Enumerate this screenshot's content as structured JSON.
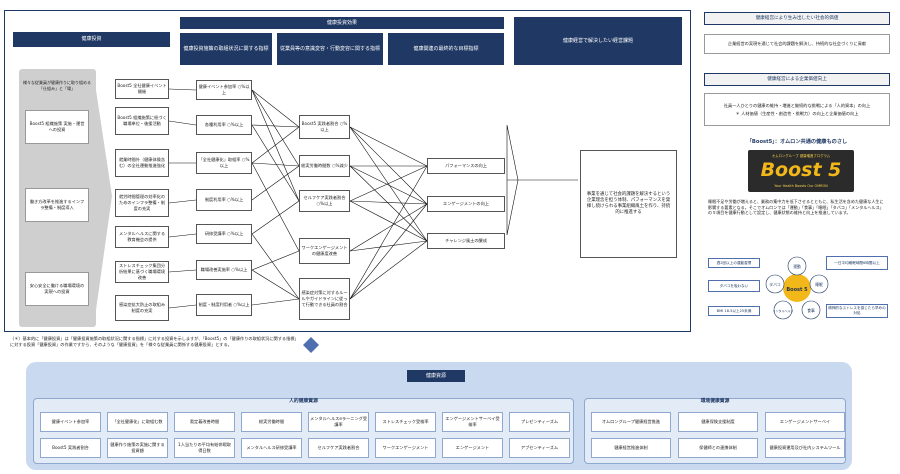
{
  "header": {
    "investment": "健康投資",
    "effects": "健康投資効果",
    "effect_sub1": "健康投資施策の取組状況に関する指標",
    "effect_sub2": "従業員等の意識変容・行動変容に関する指標",
    "effect_sub3": "健康関連の最終的な目標指標",
    "goal": "健康経営で解決したい経営課題"
  },
  "investment_note": "様々な従業員が健康作りに取り組める「仕組み」と「場」",
  "investments": [
    "Boost5 組織施策 実施・運営への投資",
    "働き方改革を推進するインフラ整備・制度導入",
    "安心安全に働ける職場環境の実現への投資"
  ],
  "measures": [
    "Boost5 全社健康イベント開催",
    "Boost5 組織施策に紐づく職場単位・後援活動",
    "就業時間外（健康体操含む）の全社運動推進強化",
    "就労時間管理の効率化のためのインフラ整備・制度の充実",
    "メンタルヘルスに関する教育機会の提供",
    "ストレスチェック集団分析結果に基づく職場環境改善",
    "感染症拡大防止の取組み制度の充実"
  ],
  "indicators": [
    "健康イベント参加率 ○%以上",
    "各種利用率 ○%以上",
    "「全社健康化」取組率 ○%以上",
    "制度利用率 ○%以上",
    "研修受講率 ○%以上",
    "職場改善実施率 ○%以上",
    "制度・制度利用者 ○%以上"
  ],
  "behaviors": [
    "Boost5 実践者割合 ○%以上",
    "総実労働時間数 ○%減少",
    "セルフケア実践者割合 ○%以上",
    "ワークエンゲージメントの健康度改善",
    "感染症対策に対するルールやガイドラインに従って行動できる社員の割合"
  ],
  "finals": [
    "パフォーマンスの向上",
    "エンゲージメントの向上",
    "チャレンジ風土の醸成"
  ],
  "goal_text": "事業を通じて社会的課題を解決するという企業理念を担う体制、パフォーマンスを発揮し続けられる事業組織風土を作り、持続的に推進する",
  "footnote": "（＊）基本的に「健康投資」は「健康投資施策の取組状況に関する指標」に対する投資を示しますが、「Boost5」の「健康作りの取組状況に関する指標」に対する投資「健康投資」の作業ですから、そのような「健康投資」を「様々な従業員に関係する健康投資」とする。",
  "right": {
    "title1": "健康経営により生み出したい社会的価値",
    "text1": "企業経営の実現を通じて社会的課題を解決し、持続的な社会づくりに貢献",
    "title2": "健康経営による企業価値向上",
    "text2a": "社員一人ひとりの健康の維持・増進と継続的な挑戦による「人的資本」の向上",
    "text2b": "＊ 人材価値（生産性・創造性・挑戦力）の向上と企業価値の向上",
    "boost_caption": "「Boost5」：オムロン共通の健康ものさし",
    "logo_small": "オムロングループ 健康増進プログラム",
    "logo_big": "Boost 5",
    "logo_sub": "Your Health Boosts Our OMRON",
    "boost_desc": "睡眠不足や労働が増えると、業務の集中力を低下させるとともに、私生活を含めた健康な人生に影響する要素となる。そこでオムロンでは「運動」「食事」「睡眠」「タバコ」「メンタルヘルス」の５項目を健康行動として設定し、健康状態の維持と向上を推進しています。",
    "wheel_center": "Boost 5",
    "wheel_items": [
      "運動",
      "睡眠",
      "食事",
      "メンタルヘルス",
      "タバコ"
    ],
    "side_notes": [
      "週2回以上の運動習慣",
      "一日平均睡眠時間6時間以上",
      "タバコを吸わない",
      "BMI 18.5以上25未満",
      "精神的なストレスを感じたら早めの対処"
    ]
  },
  "resources": {
    "title": "健康資源",
    "human_title": "人的健康資源",
    "env_title": "環境健康資源",
    "human_row1": [
      "健康イベント参加率",
      "「全社健康化」に取組む数",
      "奥定着改善時間",
      "総実労働時間",
      "メンタルヘルスeラーニング受講率",
      "ストレスチェック受検率",
      "エンゲージメントサーベイ受検率",
      "プレゼンティーズム"
    ],
    "human_row2": [
      "Boost5 実践者割合",
      "健康作り施策の実施に関する投資額",
      "1人当たりの平均有給休暇取得日数",
      "メンタルヘルス研修受講率",
      "セルフケア実践者割合",
      "ワークエンゲージメント",
      "エンゲージメント",
      "アブセンティーズム"
    ],
    "env_row1": [
      "オムロングループ健康経営推進",
      "健康保険支援制度",
      "エンゲージメントサーベイ"
    ],
    "env_row2": [
      "健康経営推進体制",
      "保健師との連携体制",
      "健康投資運用及び社内システムツール"
    ]
  }
}
